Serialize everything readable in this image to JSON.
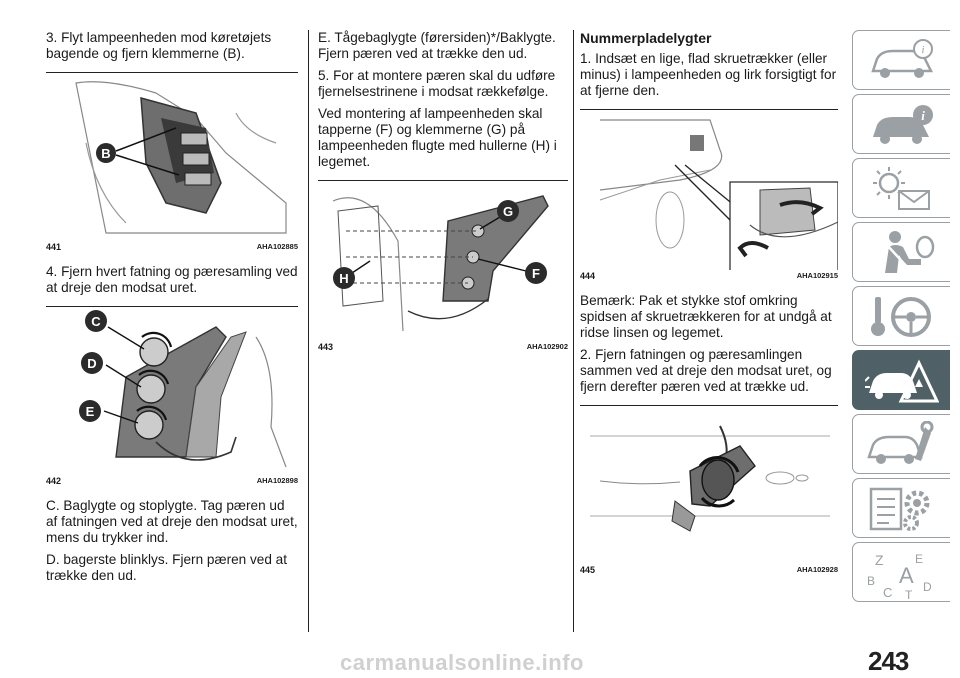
{
  "col1": {
    "p1": "3. Flyt lampeenheden mod køretøjets bagende og fjern klemmerne (B).",
    "fig441": {
      "num": "441",
      "code": "AHA102885",
      "label_b": "B"
    },
    "p2": "4. Fjern hvert fatning og pæresamling ved at dreje den modsat uret.",
    "fig442": {
      "num": "442",
      "code": "AHA102898",
      "label_c": "C",
      "label_d": "D",
      "label_e": "E"
    },
    "p3": "C. Baglygte og stoplygte. Tag pæren ud af fatningen ved at dreje den modsat uret, mens du trykker ind.",
    "p4": "D. bagerste blinklys. Fjern pæren ved at trække den ud."
  },
  "col2": {
    "p1": "E. Tågebaglygte (førersiden)*/Baklygte. Fjern pæren ved at trække den ud.",
    "p2": "5. For at montere pæren skal du udføre fjernelsestrinene i modsat rækkefølge.",
    "p3": "Ved montering af lampeenheden skal tapperne (F) og klemmerne (G) på lampeenheden flugte med hullerne (H) i legemet.",
    "fig443": {
      "num": "443",
      "code": "AHA102902",
      "label_g": "G",
      "label_h": "H",
      "label_f": "F"
    }
  },
  "col3": {
    "heading": "Nummerpladelygter",
    "p1": "1. Indsæt en lige, flad skruetrækker (eller minus) i lampeenheden og lirk forsigtigt for at fjerne den.",
    "fig444": {
      "num": "444",
      "code": "AHA102915"
    },
    "p2": "Bemærk: Pak et stykke stof omkring spidsen af skruetrækkeren for at undgå at ridse linsen og legemet.",
    "p3": "2. Fjern fatningen og pæresamlingen sammen ved at dreje den modsat uret, og fjern derefter pæren ved at trække ud.",
    "fig445": {
      "num": "445",
      "code": "AHA102928"
    }
  },
  "sidebar": {
    "tabs": [
      {
        "icon": "car-info-icon",
        "active": false
      },
      {
        "icon": "car-warning-info-icon",
        "active": false
      },
      {
        "icon": "lights-messages-icon",
        "active": false
      },
      {
        "icon": "seatbelt-airbag-icon",
        "active": false
      },
      {
        "icon": "key-steering-wheel-icon",
        "active": false
      },
      {
        "icon": "breakdown-warning-triangle-icon",
        "active": true
      },
      {
        "icon": "car-service-wrench-icon",
        "active": false
      },
      {
        "icon": "specifications-gear-icon",
        "active": false
      },
      {
        "icon": "alphabetical-index-icon",
        "active": false
      }
    ],
    "index_letters": [
      "Z",
      "E",
      "A",
      "B",
      "C",
      "T",
      "D"
    ],
    "active_color": "#4f6166"
  },
  "page_number": "243",
  "watermark": "carmanualsonline.info"
}
